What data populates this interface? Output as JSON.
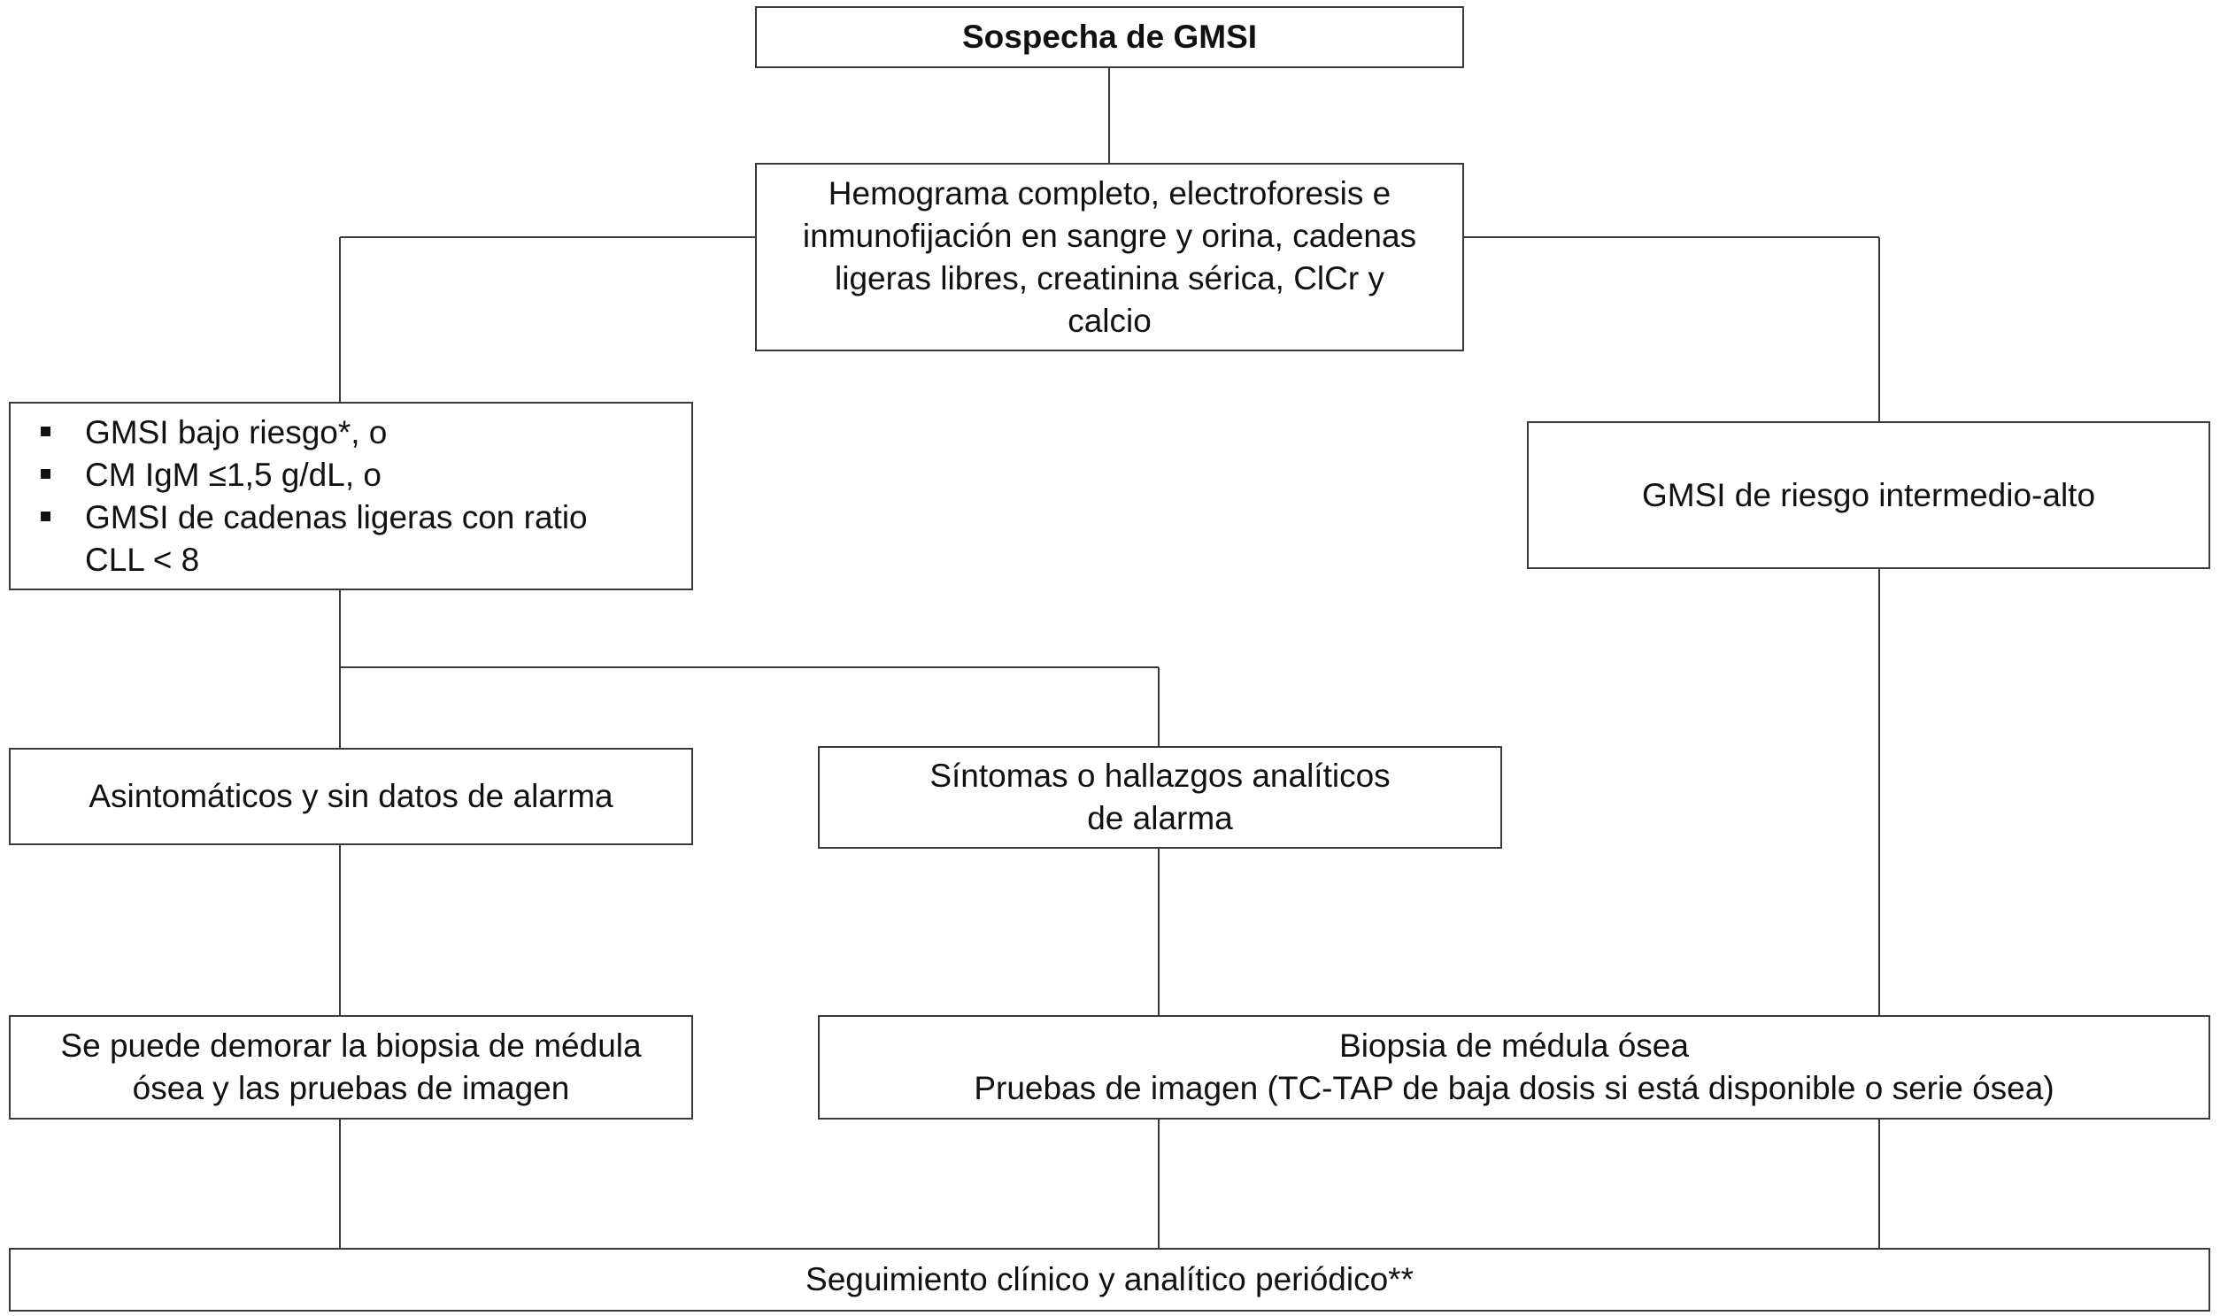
{
  "nodes": {
    "sospecha": "Sospecha de GMSI",
    "hemograma": [
      "Hemograma completo, electroforesis e",
      "inmunofijación en sangre y orina, cadenas",
      "ligeras libres, creatinina sérica, ClCr y",
      "calcio"
    ],
    "bajo_riesgo": {
      "items": [
        [
          "GMSI bajo riesgo*, o"
        ],
        [
          "CM IgM ≤1,5 g/dL, o"
        ],
        [
          "GMSI de cadenas ligeras con ratio",
          "CLL < 8"
        ]
      ]
    },
    "intermedio_alto": "GMSI de riesgo intermedio-alto",
    "asintomaticos": "Asintomáticos y sin datos de alarma",
    "sintomas": [
      "Síntomas o hallazgos analíticos",
      "de alarma"
    ],
    "demorar": [
      "Se puede demorar la biopsia de médula",
      "ósea y las pruebas de imagen"
    ],
    "biopsia": [
      "Biopsia de médula ósea",
      "Pruebas de imagen (TC-TAP de baja dosis si está disponible o serie ósea)"
    ],
    "seguimiento": "Seguimiento clínico y analítico periódico**"
  },
  "colors": {
    "line": "#3a3a3a",
    "text": "#111111",
    "background": "#ffffff"
  }
}
